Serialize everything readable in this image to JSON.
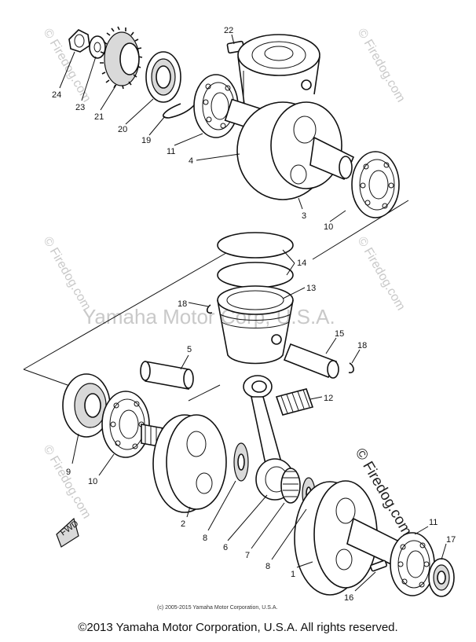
{
  "watermarks": {
    "brand": "© Firedog.com",
    "center": "Yamaha Motor Corp, U.S.A."
  },
  "callouts": {
    "c22": "22",
    "c24": "24",
    "c23": "23",
    "c21": "21",
    "c20": "20",
    "c19": "19",
    "c11_top": "11",
    "c4": "4",
    "c3": "3",
    "c10_top": "10",
    "c14": "14",
    "c13": "13",
    "c18_left": "18",
    "c5": "5",
    "c15": "15",
    "c18_right": "18",
    "c12": "12",
    "c9": "9",
    "c10_bottom": "10",
    "c2": "2",
    "c6": "6",
    "c8_left": "8",
    "c7": "7",
    "c8_right": "8",
    "c1": "1",
    "c11_bottom": "11",
    "c17": "17",
    "c16": "16"
  },
  "fwd_label": "FWD",
  "small_copyright": "(c) 2005-2015 Yamaha Motor Corporation, U.S.A.",
  "footer": "©2013 Yamaha Motor Corporation, U.S.A. All rights reserved."
}
